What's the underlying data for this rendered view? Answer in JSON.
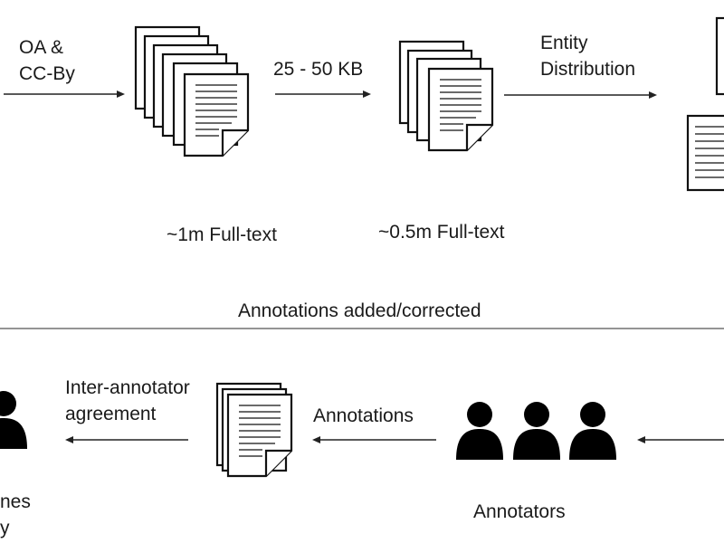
{
  "labels": {
    "oa_line1": "OA &",
    "oa_line2": "CC-By",
    "size": "25 - 50 KB",
    "entity_line1": "Entity",
    "entity_line2": "Distribution",
    "fulltext_1m": "~1m Full-text",
    "fulltext_05m": "~0.5m Full-text",
    "annotations_added": "Annotations added/corrected",
    "iaa_line1": "Inter-annotator",
    "iaa_line2": "agreement",
    "annotations": "Annotations",
    "annotators": "Annotators",
    "cut_line1": "nes",
    "cut_line2": "y"
  },
  "colors": {
    "ink": "#111111",
    "background": "#ffffff"
  },
  "icons": {
    "document_stack_large": "document-stack-icon",
    "document_stack_medium": "document-stack-icon",
    "document_stack_right": "document-stack-icon",
    "document_stack_small": "document-stack-icon",
    "person": "person-icon"
  }
}
